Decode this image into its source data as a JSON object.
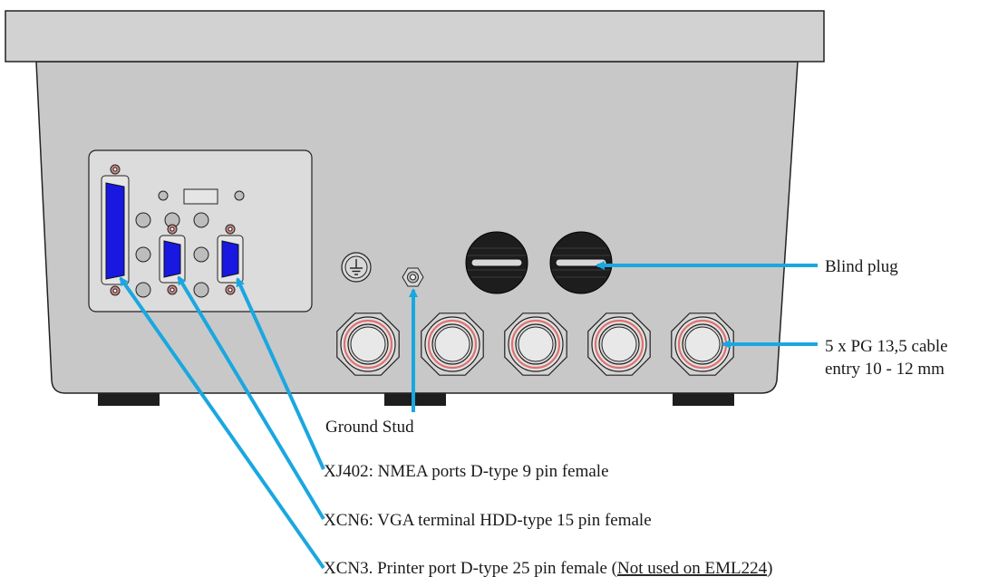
{
  "labels": {
    "blind_plug": "Blind plug",
    "cable_entry_line1": "5 x PG 13,5 cable",
    "cable_entry_line2": "entry 10 - 12 mm",
    "ground_stud": "Ground Stud",
    "xj402": "XJ402: NMEA ports D-type 9 pin female",
    "xcn6": "XCN6: VGA terminal HDD-type 15 pin female",
    "xcn3": "XCN3. Printer port D-type 25 pin female (",
    "xcn3_underlined": "Not used on EML224",
    "xcn3_close": ")"
  },
  "colors": {
    "enclosure": "#c8c8c8",
    "lid": "#d2d2d2",
    "panel": "#dcdcdc",
    "connector_blue": "#1818e0",
    "callout": "#1aa7e0",
    "gland_ring": "#e07070"
  }
}
